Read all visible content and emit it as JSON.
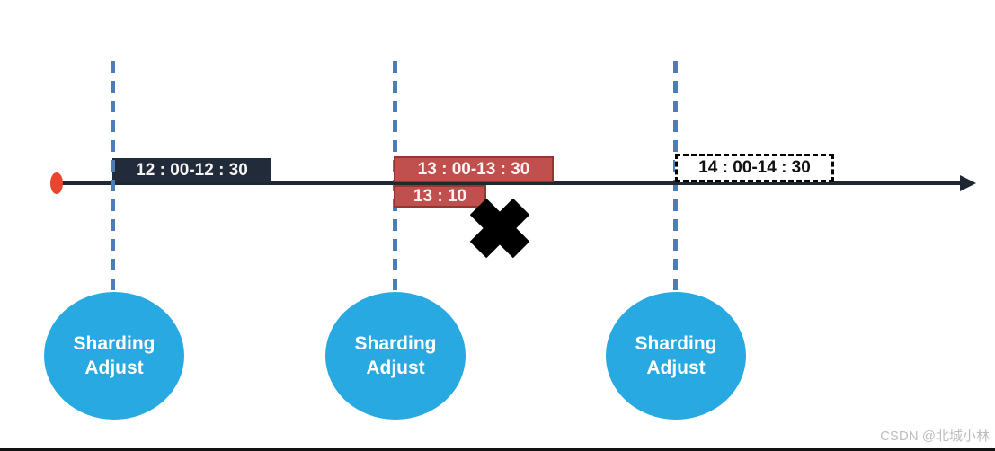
{
  "diagram": {
    "title": "sharding adjust timeline",
    "watermark": "CSDN @北城小林",
    "colors": {
      "timeline": "#1f2733",
      "start_dot": "#e8462e",
      "guide_line_blue": "#4a7ebb",
      "slot_dark_bg": "#212b3a",
      "slot_red_bg": "#c0504d",
      "slot_red_border": "#943634",
      "slot_dashed_border": "#000000",
      "node_blue": "#29a9e1",
      "cross": "#000000"
    },
    "time_slots": [
      {
        "id": "slot-12",
        "label": "12 : 00-12 : 30",
        "style": "dark-solid"
      },
      {
        "id": "slot-13",
        "label": "13 : 00-13 : 30",
        "style": "red-solid"
      },
      {
        "id": "slot-13-interrupt",
        "label": "13 : 10",
        "style": "red-solid"
      },
      {
        "id": "slot-14",
        "label": "14 : 00-14 : 30",
        "style": "black-dashed-outline"
      }
    ],
    "failure_marker": {
      "glyph": "✖",
      "meaning": "interrupted at 13:10"
    },
    "nodes": [
      {
        "id": "node-1",
        "label": "Sharding Adjust"
      },
      {
        "id": "node-2",
        "label": "Sharding Adjust"
      },
      {
        "id": "node-3",
        "label": "Sharding Adjust"
      }
    ]
  }
}
